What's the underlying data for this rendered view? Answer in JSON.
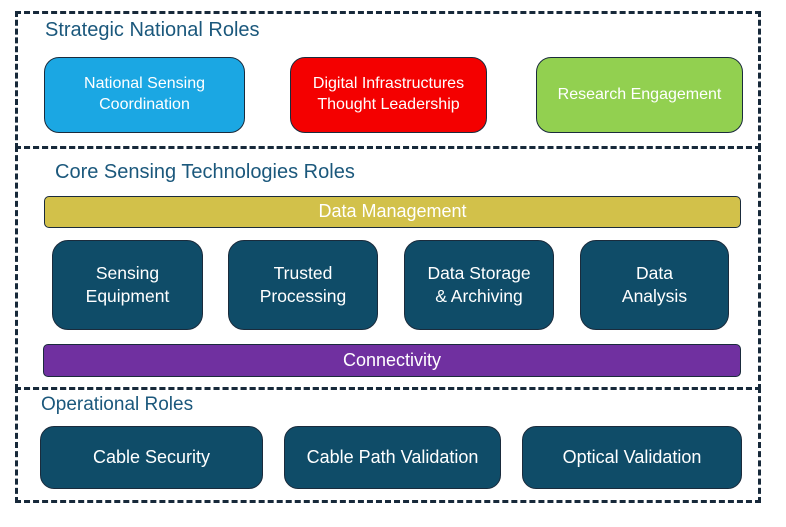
{
  "diagram": {
    "colors": {
      "background": "#ffffff",
      "section_border": "#17293a",
      "heading_text": "#1b587c",
      "box_text": "#ffffff",
      "box_outline": "#1a2b3c",
      "cyan": "#1ba7e3",
      "red": "#f40000",
      "green": "#92d050",
      "dark_teal": "#0f4c68",
      "gold": "#d2c14a",
      "purple": "#7030a0"
    },
    "sections": [
      {
        "title": "Strategic National Roles",
        "boxes": [
          {
            "label": "National Sensing\nCoordination",
            "color": "#1ba7e3"
          },
          {
            "label": "Digital Infrastructures\nThought Leadership",
            "color": "#f40000"
          },
          {
            "label": "Research Engagement",
            "color": "#92d050"
          }
        ]
      },
      {
        "title": "Core Sensing Technologies Roles",
        "bar_top": {
          "label": "Data Management",
          "color": "#d2c14a"
        },
        "boxes": [
          {
            "label": "Sensing\nEquipment",
            "color": "#0f4c68"
          },
          {
            "label": "Trusted\nProcessing",
            "color": "#0f4c68"
          },
          {
            "label": "Data Storage\n& Archiving",
            "color": "#0f4c68"
          },
          {
            "label": "Data\nAnalysis",
            "color": "#0f4c68"
          }
        ],
        "bar_bottom": {
          "label": "Connectivity",
          "color": "#7030a0"
        }
      },
      {
        "title": "Operational Roles",
        "boxes": [
          {
            "label": "Cable Security",
            "color": "#0f4c68"
          },
          {
            "label": "Cable Path Validation",
            "color": "#0f4c68"
          },
          {
            "label": "Optical Validation",
            "color": "#0f4c68"
          }
        ]
      }
    ]
  }
}
